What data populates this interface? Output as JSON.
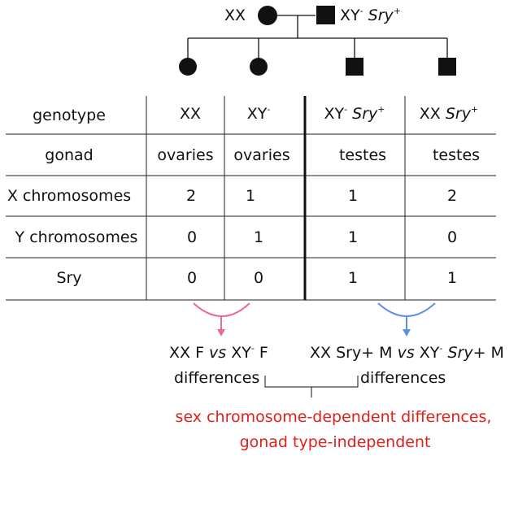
{
  "pedigree": {
    "mother_genotype": "XX",
    "father_genotype": {
      "base": "XY",
      "sup": "-",
      "gene": "Sry",
      "gene_sup": "+"
    }
  },
  "table": {
    "header": {
      "label": "genotype",
      "cols": [
        {
          "base": "XX",
          "sup": "",
          "gene": "",
          "gene_sup": ""
        },
        {
          "base": "XY",
          "sup": "-",
          "gene": "",
          "gene_sup": ""
        },
        {
          "base": "XY",
          "sup": "-",
          "gene": "Sry",
          "gene_sup": "+"
        },
        {
          "base": "XX",
          "sup": "",
          "gene": "Sry",
          "gene_sup": "+"
        }
      ]
    },
    "rows": [
      {
        "label": "gonad",
        "values": [
          "ovaries",
          "ovaries",
          "testes",
          "testes"
        ]
      },
      {
        "label": "X chromosomes",
        "values": [
          "2",
          "1",
          "1",
          "2"
        ]
      },
      {
        "label": "Y chromosomes",
        "values": [
          "0",
          "1",
          "1",
          "0"
        ]
      },
      {
        "label": "Sry",
        "values": [
          "0",
          "0",
          "1",
          "1"
        ]
      }
    ]
  },
  "comparisons": {
    "left": {
      "text1": "XX F ",
      "vs": "vs",
      "text2": " XY",
      "sup": "-",
      "text3": " F",
      "line2": "differences"
    },
    "right": {
      "text1": "XX Sry+ M ",
      "vs": "vs",
      "text2": " XY",
      "sup": "-",
      "gene": "Sry",
      "text3": "+ M",
      "line2": "differences"
    }
  },
  "conclusion": {
    "line1": "sex chromosome-dependent differences,",
    "line2": "gonad type-independent"
  },
  "colors": {
    "left_arc": "#e96b8e",
    "right_arc": "#5b8fe8",
    "conclusion_text": "#e0201b"
  }
}
